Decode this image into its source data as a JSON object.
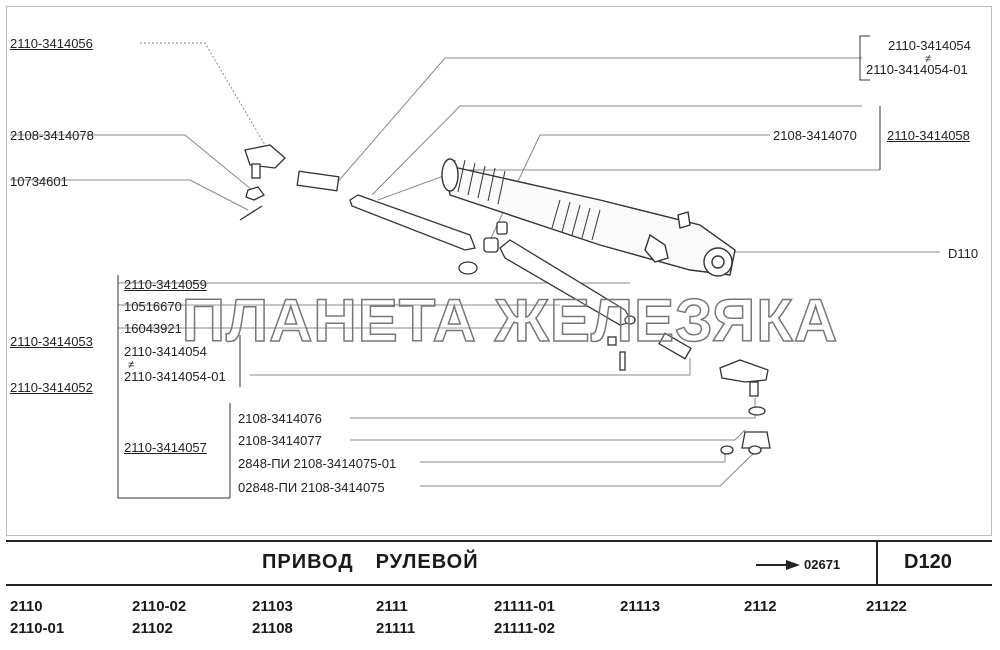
{
  "labels": {
    "l1": "2110-3414056",
    "l2": "2108-3414078",
    "l3": "10734601",
    "l4a": "2110-3414054",
    "l4sym": "≠",
    "l4b": "2110-3414054-01",
    "l5": "2108-3414070",
    "l6": "2110-3414058",
    "l7": "D110",
    "l8": "2110-3414059",
    "l9": "10516670",
    "l10": "16043921",
    "l11": "2110-3414053",
    "l12a": "2110-3414054",
    "l12sym": "≠",
    "l12b": "2110-3414054-01",
    "l13": "2110-3414052",
    "l14": "2110-3414057",
    "l15": "2108-3414076",
    "l16": "2108-3414077",
    "l17": "2848-ПИ  2108-3414075-01",
    "l18": "02848-ПИ  2108-3414075"
  },
  "watermark": "ПЛАНЕТА ЖЕЛЕЗЯКА",
  "title": {
    "word1": "ПРИВОД",
    "word2": "РУЛЕВОЙ"
  },
  "reference": "02671",
  "sheet_code": "D120",
  "models_row1": [
    "2110",
    "2110-02",
    "21103",
    "2111",
    "21111-01",
    "21113",
    "2112",
    "21122"
  ],
  "models_row2": [
    "2110-01",
    "21102",
    "21108",
    "21111",
    "21111-02"
  ]
}
